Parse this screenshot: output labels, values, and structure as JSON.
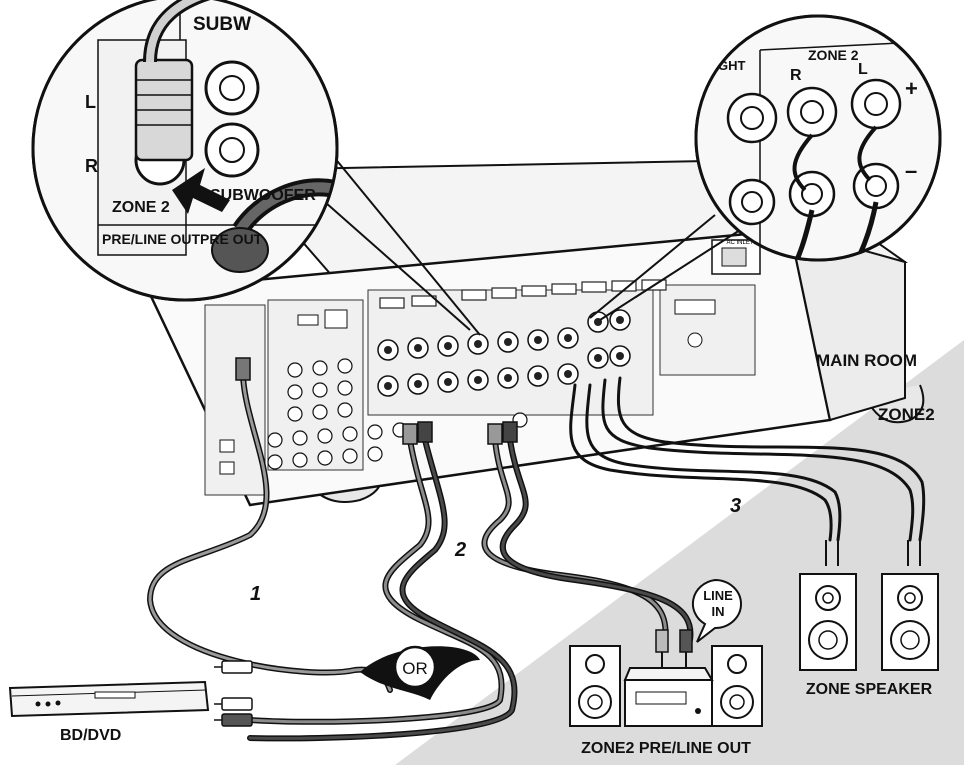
{
  "labels": {
    "main_room": "MAIN ROOM",
    "zone2_area": "ZONE2",
    "bd_dvd": "BD/DVD",
    "zone_speaker": "ZONE SPEAKER",
    "zone2_preout": "ZONE2 PRE/LINE OUT",
    "line_in_1": "LINE",
    "line_in_2": "IN",
    "or": "OR",
    "num1": "1",
    "num2": "2",
    "num3": "3"
  },
  "callout_left": {
    "subwoofer_top": "SUBW",
    "l": "L",
    "r": "R",
    "zone2": "ZONE 2",
    "subwoofer_bottom": "SUBWOOFER",
    "pre_line_out": "PRE/LINE OUT",
    "pre_out_partial": "PRE OUT"
  },
  "callout_right": {
    "right": "RIGHT",
    "zone2": "ZONE 2",
    "r": "R",
    "l": "L",
    "plus": "+",
    "minus": "–"
  },
  "receiver": {
    "ac_inlet": "AC INLET"
  },
  "colors": {
    "zone_bg": "#dcdcdc",
    "line": "#111111",
    "cable_gray": "#8c8c8c",
    "cable_dark": "#3a3a3a",
    "panel": "#f4f4f4"
  }
}
